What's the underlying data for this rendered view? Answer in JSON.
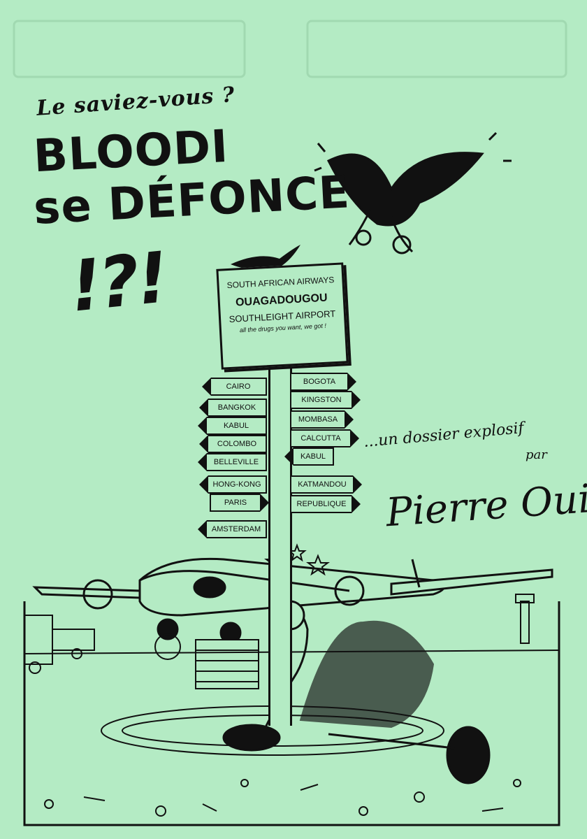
{
  "headline": {
    "kicker": "Le saviez-vous ?",
    "title_line1": "BLOODI",
    "title_line2": "se DÉFONCE",
    "title_line3": "!?!"
  },
  "airport_board": {
    "line1": "SOUTH AFRICAN AIRWAYS",
    "line2": "OUAGADOUGOU",
    "line3": "SOUTHLEIGHT AIRPORT",
    "line4": "all the drugs you want, we got !"
  },
  "signs_left": [
    "CAIRO",
    "BANGKOK",
    "KABUL",
    "COLOMBO",
    "BELLEVILLE",
    "HONG-KONG",
    "PARIS",
    "AMSTERDAM"
  ],
  "signs_right": [
    "BOGOTA",
    "KINGSTON",
    "MOMBASA",
    "CALCUTTA",
    "KABUL",
    "KATMANDOU",
    "REPUBLIQUE"
  ],
  "credit": {
    "dossier": "...un dossier explosif",
    "par": "par",
    "signature": "Pierre Ouin"
  },
  "colors": {
    "background": "#b4ebc4",
    "ink": "#111111"
  }
}
